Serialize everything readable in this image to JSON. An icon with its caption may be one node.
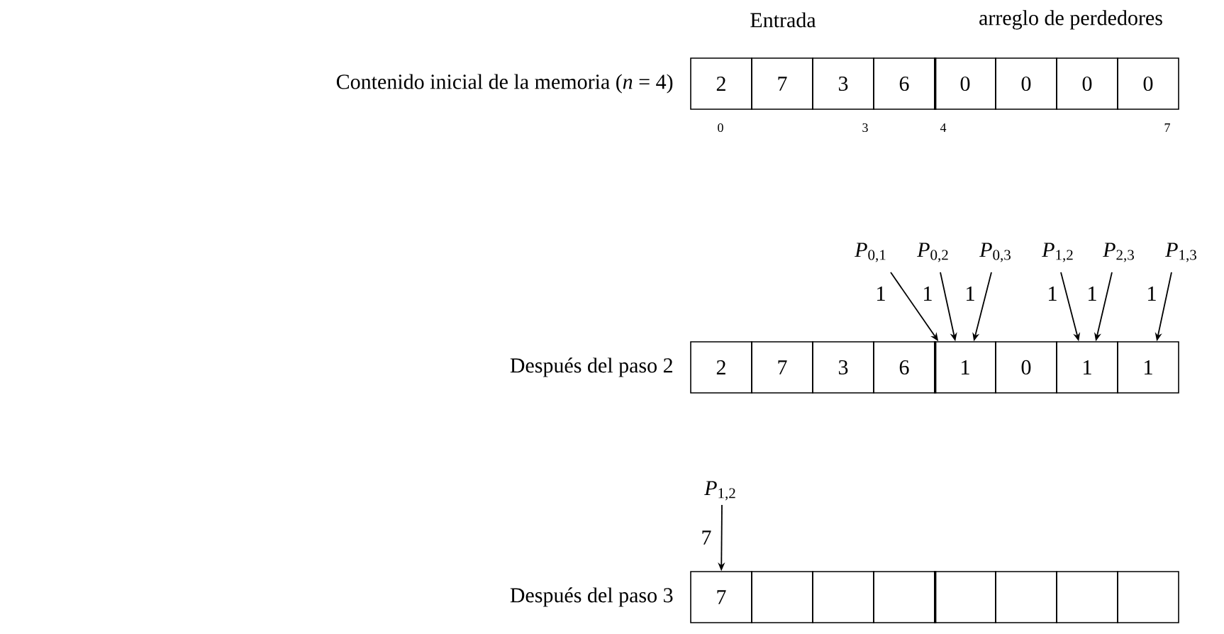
{
  "diagram": {
    "nodes": [
      {
        "text": [
          "2"
        ]
      },
      {
        "text": [
          "7"
        ]
      },
      {
        "text": [
          "3"
        ]
      },
      {
        "text": [
          "6"
        ]
      },
      {
        "text": [
          "0"
        ]
      },
      {
        "text": [
          "0"
        ]
      },
      {
        "text": [
          "0"
        ]
      },
      {
        "text": [
          "0"
        ]
      },
      {
        "text": [
          "*P*$_{0,1}$"
        ]
      },
      {
        "text": [
          "*P*$_{0,2}$"
        ]
      },
      {
        "text": [
          "*P*$_{0,3}$"
        ]
      },
      {
        "text": [
          "*P*$_{1,2}$"
        ]
      },
      {
        "text": [
          "*P*$_{2,3}$"
        ]
      },
      {
        "text": [
          "*P*$_{1,3}$"
        ]
      },
      {
        "text": [
          "2"
        ]
      },
      {
        "text": [
          "7"
        ]
      },
      {
        "text": [
          "3"
        ]
      },
      {
        "text": [
          "6"
        ]
      },
      {
        "text": [
          "1"
        ]
      },
      {
        "text": [
          "0"
        ]
      },
      {
        "text": [
          "1"
        ]
      },
      {
        "text": [
          "1"
        ]
      },
      {
        "text": [
          "*P*$_{1,2}$"
        ]
      },
      {
        "text": [
          "7"
        ]
      },
      {
        "text": [],
        "shape": "box"
      },
      {
        "text": [],
        "shape": "box"
      },
      {
        "text": [],
        "shape": "box"
      },
      {
        "text": [],
        "shape": "box"
      },
      {
        "text": [],
        "shape": "box"
      },
      {
        "text": [],
        "shape": "box"
      },
      {
        "text": [],
        "shape": "box"
      }
    ],
    "edges": [
      {
        "from": 8,
        "to": 18,
        "arrow": "to",
        "label": "1"
      },
      {
        "from": 9,
        "to": 18,
        "arrow": "to",
        "label": "1"
      },
      {
        "from": 10,
        "to": 18,
        "arrow": "to",
        "label": "1"
      },
      {
        "from": 11,
        "to": 20,
        "arrow": "to",
        "label": "1"
      },
      {
        "from": 12,
        "to": 20,
        "arrow": "to",
        "label": "1"
      },
      {
        "from": 13,
        "to": 21,
        "arrow": "to",
        "label": "1"
      },
      {
        "from": 22,
        "to": 23,
        "arrow": "to",
        "label": "7"
      }
    ],
    "labels": [
      "Entrada",
      "arreglo de perdedores",
      "Contenido inicial de la memoria (*n* = 4)",
      "0",
      "3",
      "4",
      "7",
      "Después del paso 2",
      "Después del paso 3"
    ]
  }
}
